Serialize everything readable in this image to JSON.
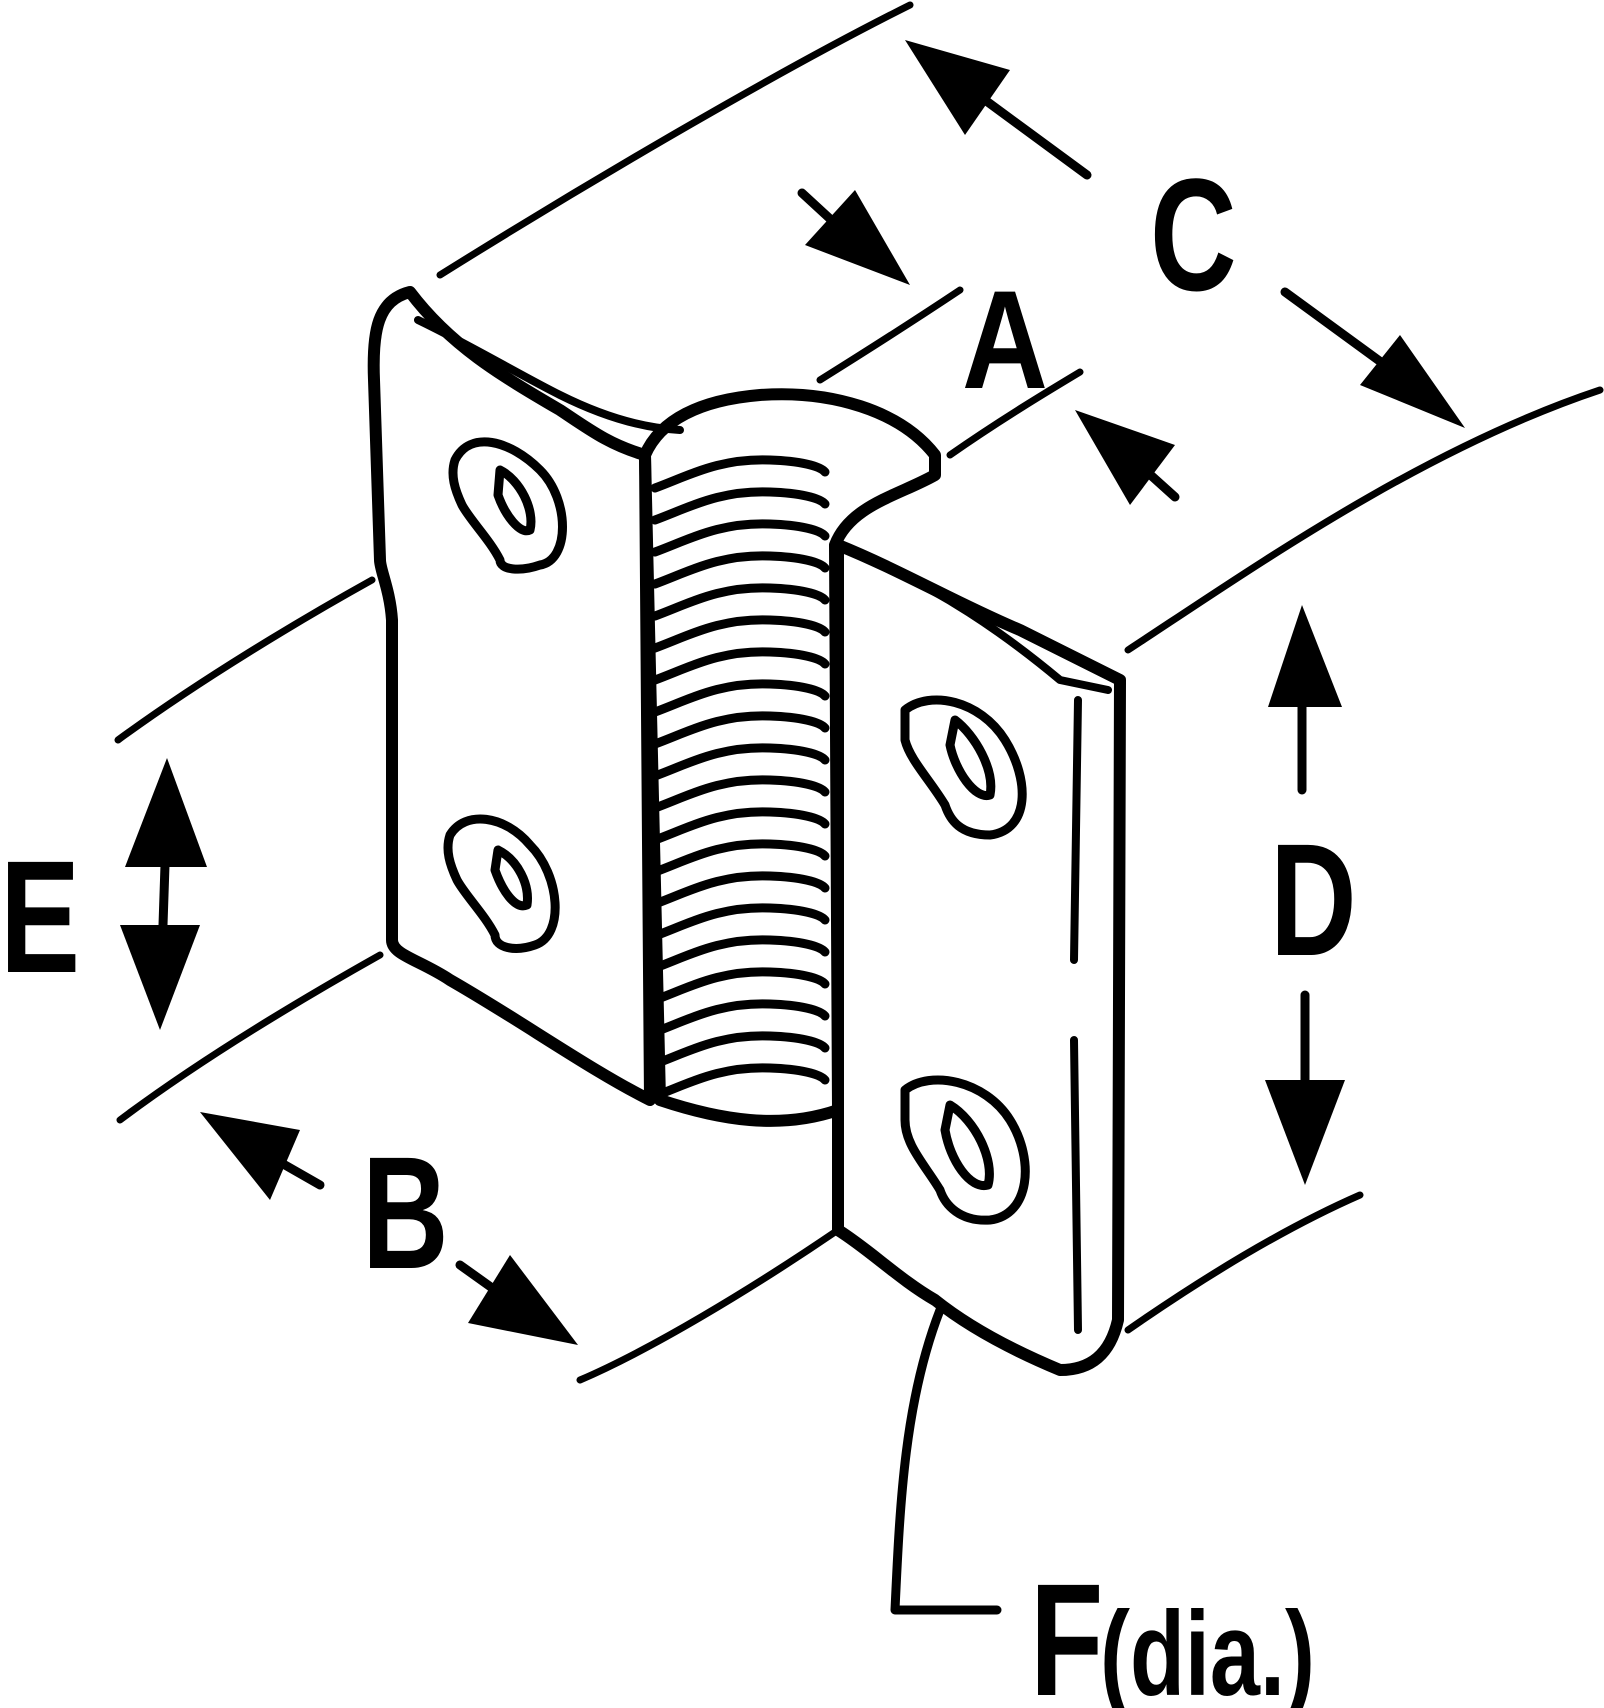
{
  "diagram": {
    "labels": {
      "a": "A",
      "b": "B",
      "c": "C",
      "d": "D",
      "e": "E",
      "f": "F",
      "f_note": "(dia.)"
    },
    "colors": {
      "ink": "#000000",
      "paper": "#ffffff"
    }
  }
}
